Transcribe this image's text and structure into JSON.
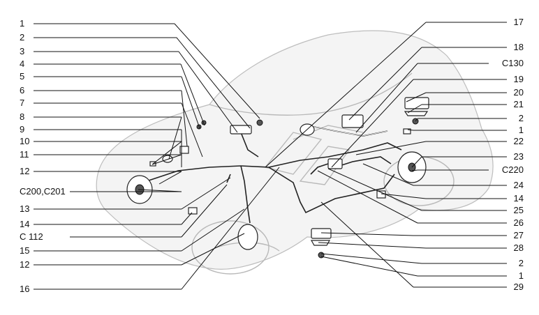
{
  "diagram": {
    "left_callouts": [
      "1",
      "2",
      "3",
      "4",
      "5",
      "6",
      "7",
      "8",
      "9",
      "10",
      "11",
      "12",
      "C200,C201",
      "13",
      "14",
      "C 112",
      "15",
      "12",
      "16"
    ],
    "right_callouts": [
      "17",
      "18",
      "C130",
      "19",
      "20",
      "21",
      "2",
      "1",
      "22",
      "23",
      "C220",
      "24",
      "14",
      "25",
      "26",
      "27",
      "28",
      "2",
      "1",
      "29"
    ],
    "icons": [
      "car-body-outline",
      "brake-pipe-network",
      "brake-master-cylinder",
      "brake-pressure-regulator",
      "front-brake-caliper",
      "rear-brake-drum",
      "pipe-clip",
      "bracket"
    ]
  }
}
